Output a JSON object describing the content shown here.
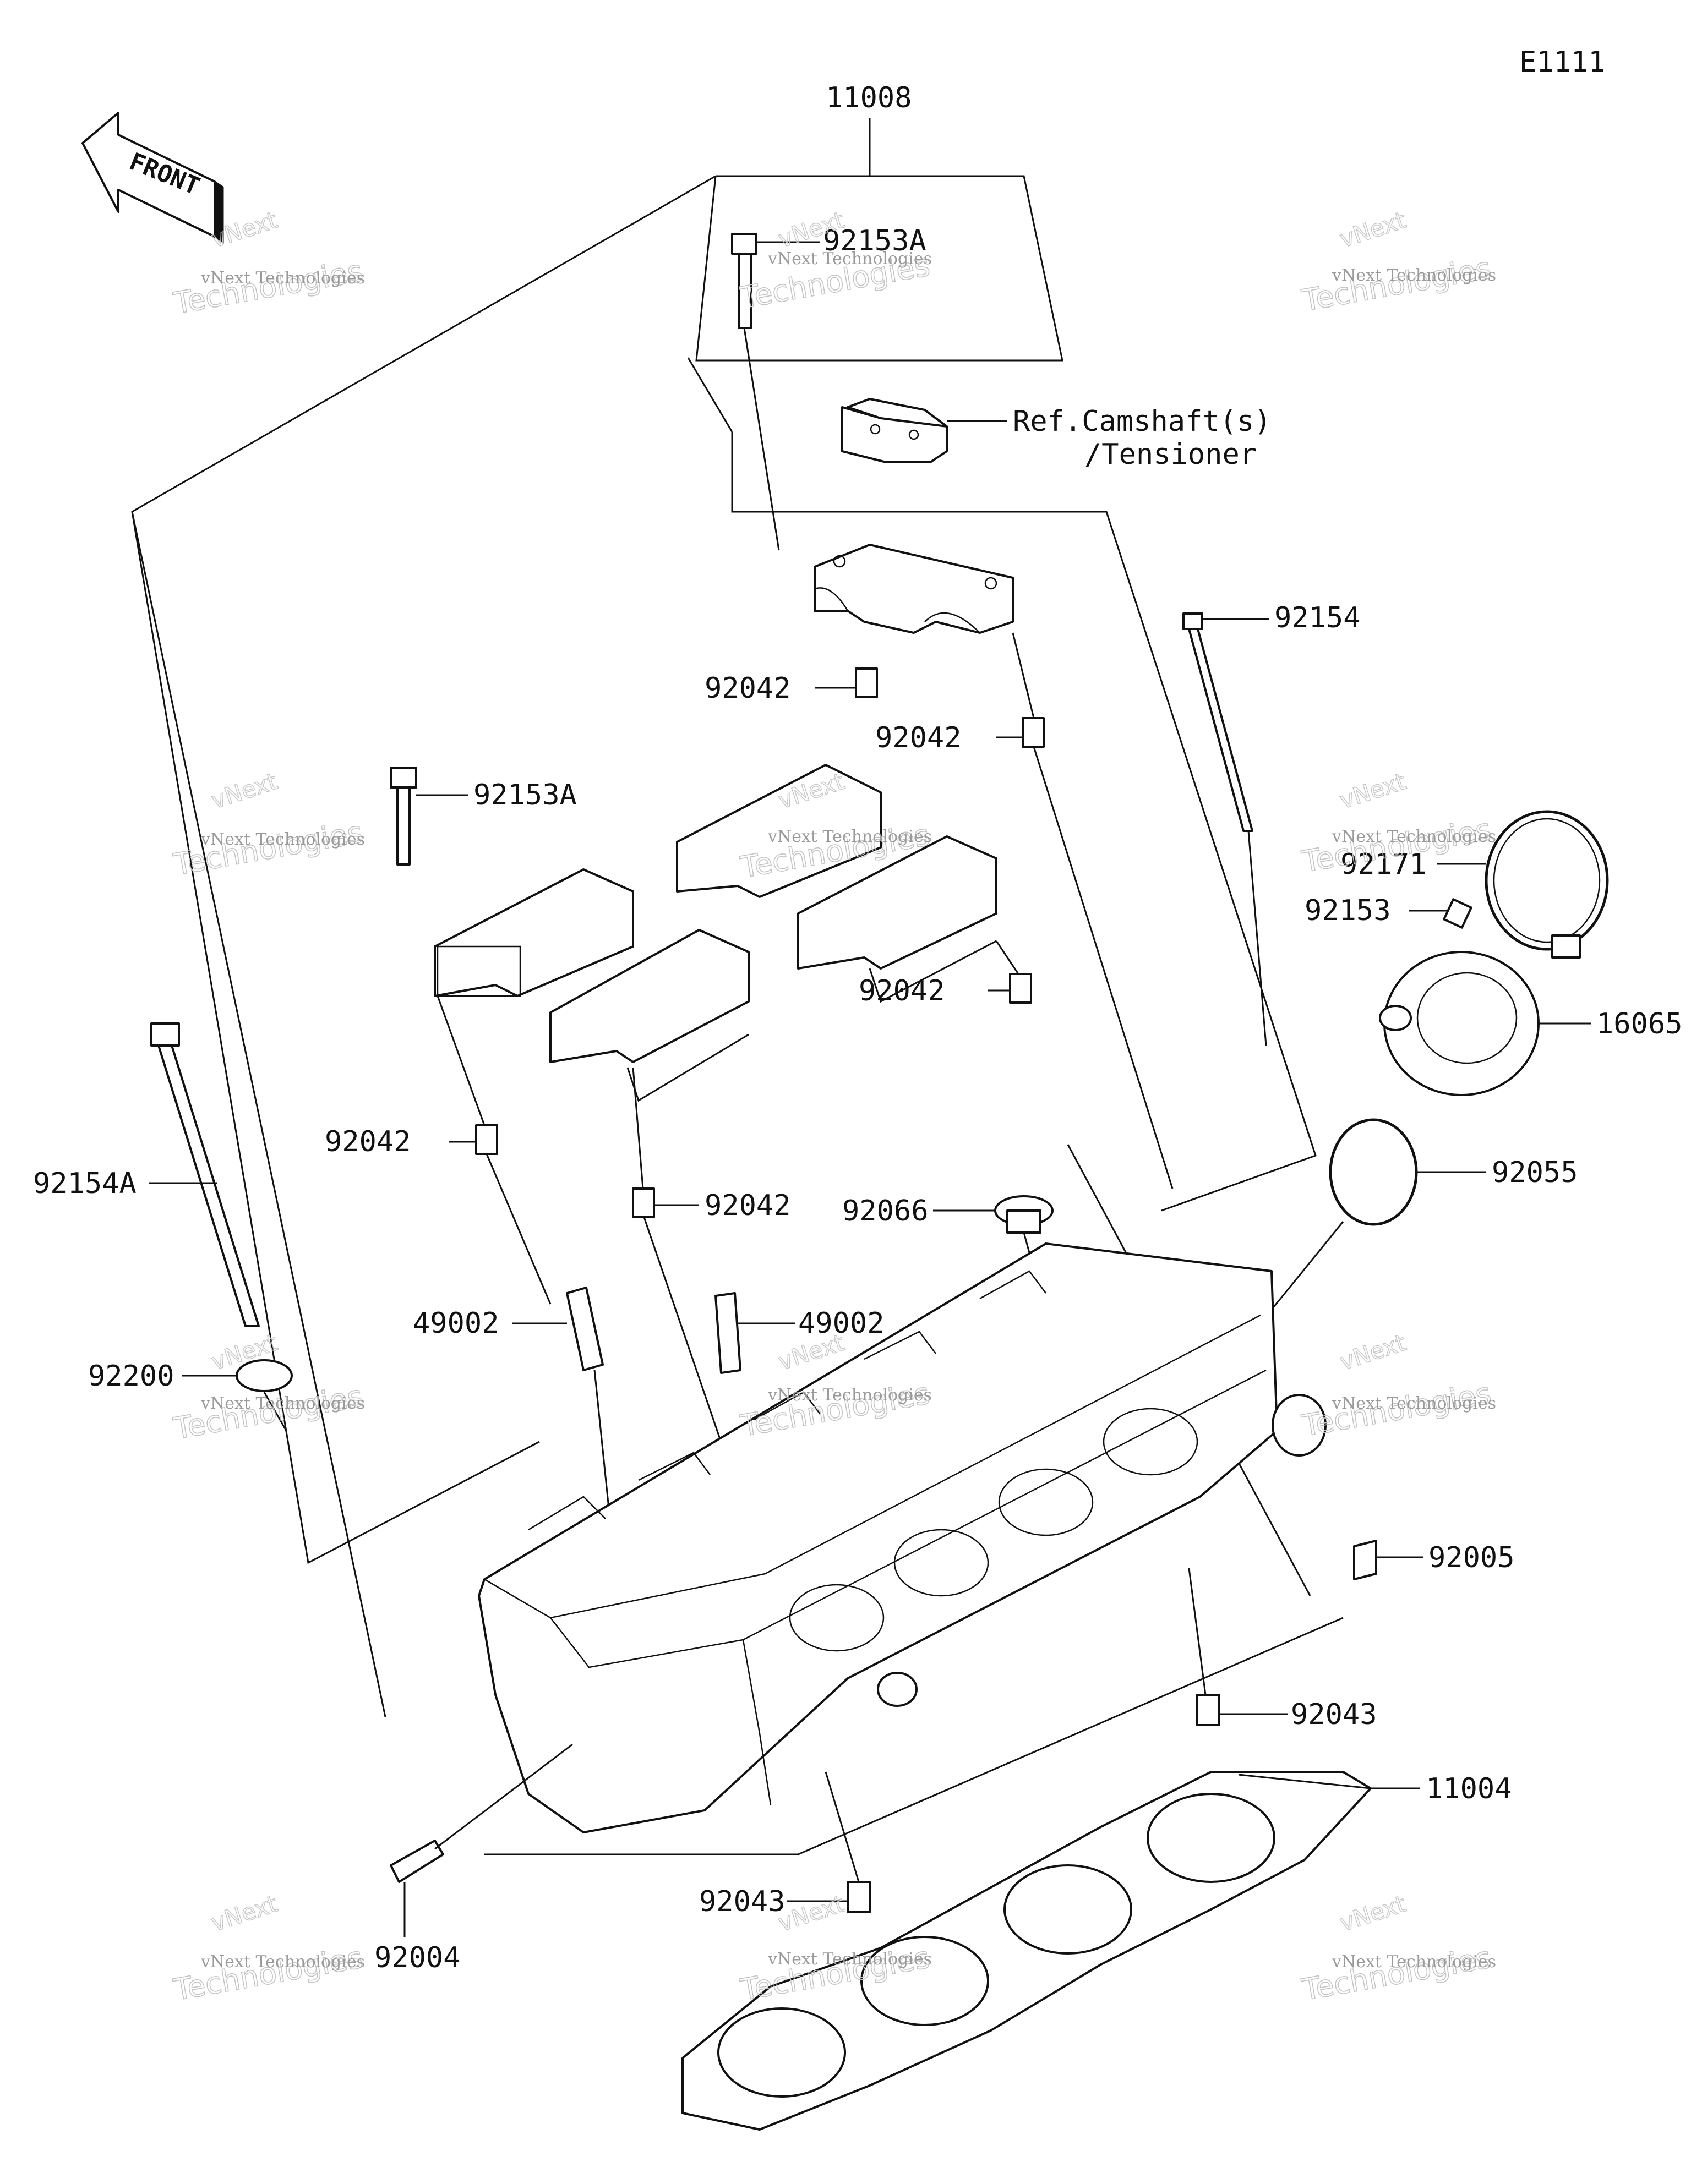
{
  "diagram_code": "E1111",
  "front_arrow_label": "FRONT",
  "reference_note": [
    "Ref.Camshaft(s)",
    "/Tensioner"
  ],
  "callouts": [
    {
      "id": "11008",
      "text": "11008"
    },
    {
      "id": "92153A-top",
      "text": "92153A"
    },
    {
      "id": "92154-right",
      "text": "92154"
    },
    {
      "id": "92042-a",
      "text": "92042"
    },
    {
      "id": "92042-b",
      "text": "92042"
    },
    {
      "id": "92153A-left",
      "text": "92153A"
    },
    {
      "id": "92171",
      "text": "92171"
    },
    {
      "id": "92153",
      "text": "92153"
    },
    {
      "id": "16065",
      "text": "16065"
    },
    {
      "id": "92042-c",
      "text": "92042"
    },
    {
      "id": "92042-d",
      "text": "92042"
    },
    {
      "id": "92042-e",
      "text": "92042"
    },
    {
      "id": "92066",
      "text": "92066"
    },
    {
      "id": "92055",
      "text": "92055"
    },
    {
      "id": "92154A",
      "text": "92154A"
    },
    {
      "id": "49002-left",
      "text": "49002"
    },
    {
      "id": "49002-right",
      "text": "49002"
    },
    {
      "id": "92200",
      "text": "92200"
    },
    {
      "id": "92005",
      "text": "92005"
    },
    {
      "id": "92043-right",
      "text": "92043"
    },
    {
      "id": "11004",
      "text": "11004"
    },
    {
      "id": "92043-bottom",
      "text": "92043"
    },
    {
      "id": "92004",
      "text": "92004"
    }
  ],
  "watermark": {
    "line1": "vNext Technologies",
    "line2": "Technologies",
    "line3": "vNext"
  }
}
